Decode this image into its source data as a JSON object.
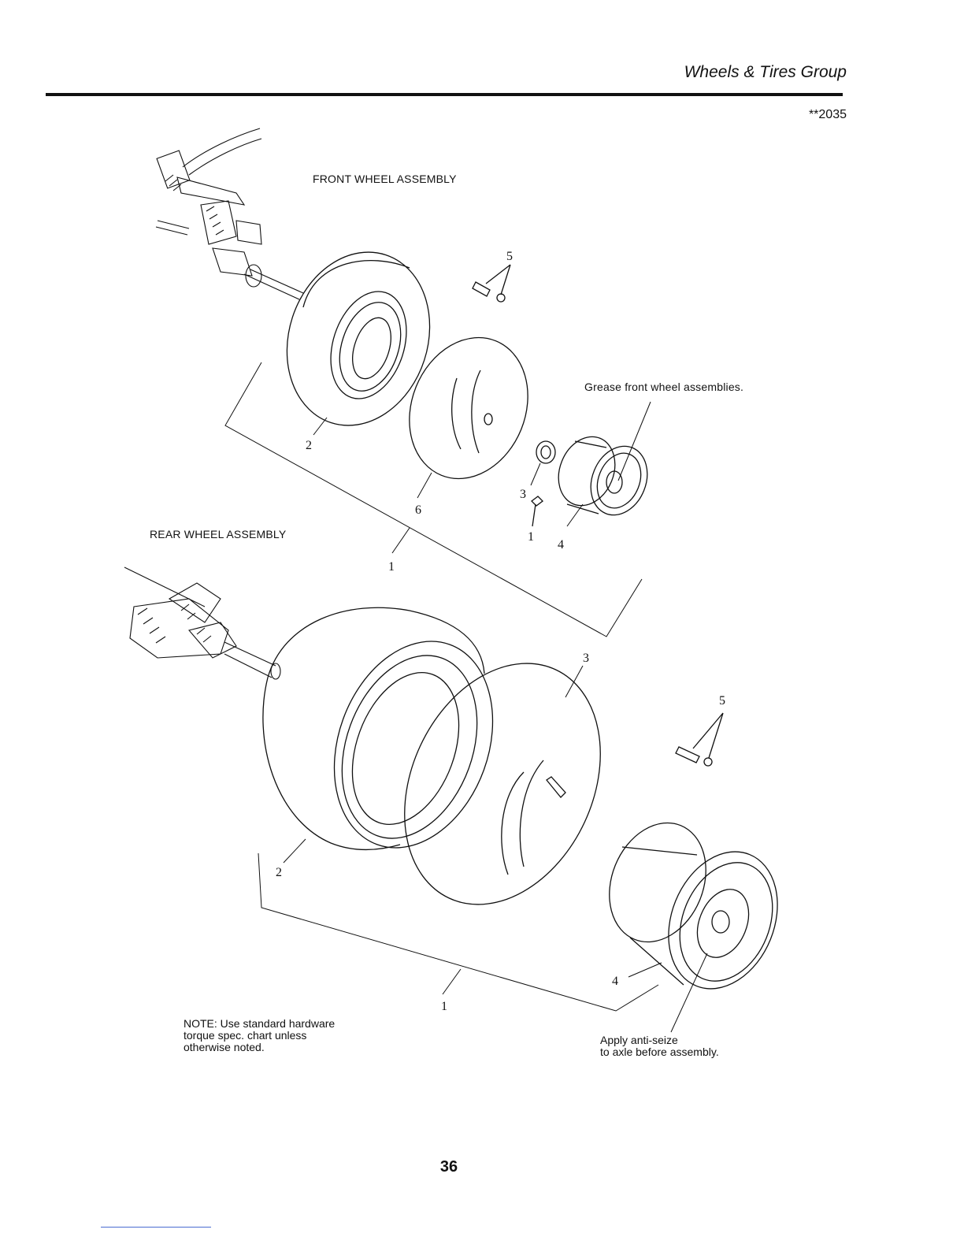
{
  "header": {
    "title": "Wheels & Tires Group",
    "code": "**2035"
  },
  "assemblies": {
    "front_label": "FRONT WHEEL ASSEMBLY",
    "rear_label": "REAR WHEEL ASSEMBLY"
  },
  "callouts": {
    "front": [
      "5",
      "2",
      "6",
      "3",
      "1",
      "4",
      "1"
    ],
    "rear": [
      "3",
      "5",
      "2",
      "4",
      "1"
    ]
  },
  "notes": {
    "grease": "Grease front wheel assemblies.",
    "hardware_line1": "NOTE: Use standard hardware",
    "hardware_line2": "torque spec. chart unless",
    "hardware_line3": "otherwise noted.",
    "antiseize_line1": "Apply anti-seize",
    "antiseize_line2": "to axle before assembly."
  },
  "footer": {
    "page_number": "36"
  }
}
